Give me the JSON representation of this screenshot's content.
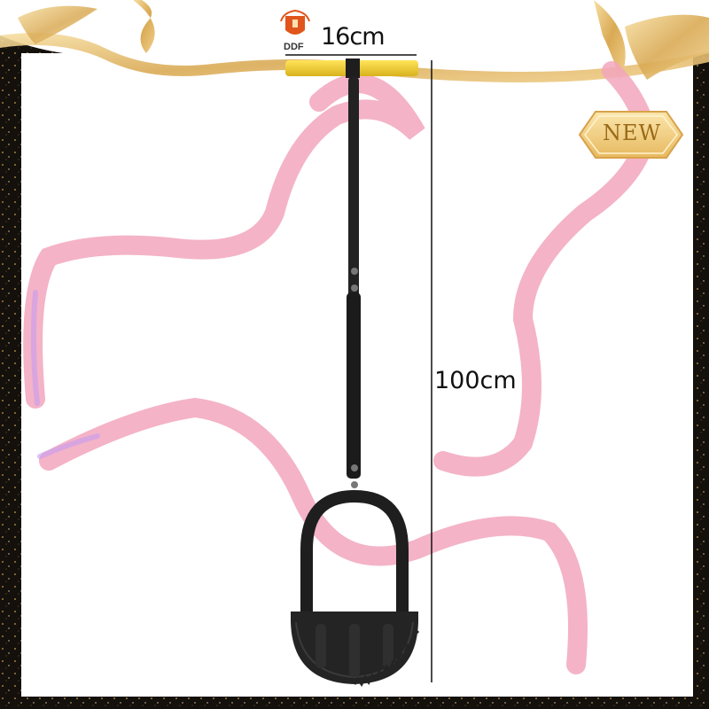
{
  "product_image": {
    "width_label": "16cm",
    "height_label": "100cm",
    "brand_text": "DDF",
    "badge_text": "NEW",
    "colors": {
      "background": "#ffffff",
      "frame": "#1a1410",
      "frame_speckle": "#c9a24a",
      "gold_ribbon": "#e8c37a",
      "pink_ribbon": "#f2a6bd",
      "tool_body": "#1e1e1e",
      "handle_grip": "#f2d22e",
      "badge_fill": "#f5d486"
    },
    "icons": [
      "shield-logo-icon"
    ]
  }
}
